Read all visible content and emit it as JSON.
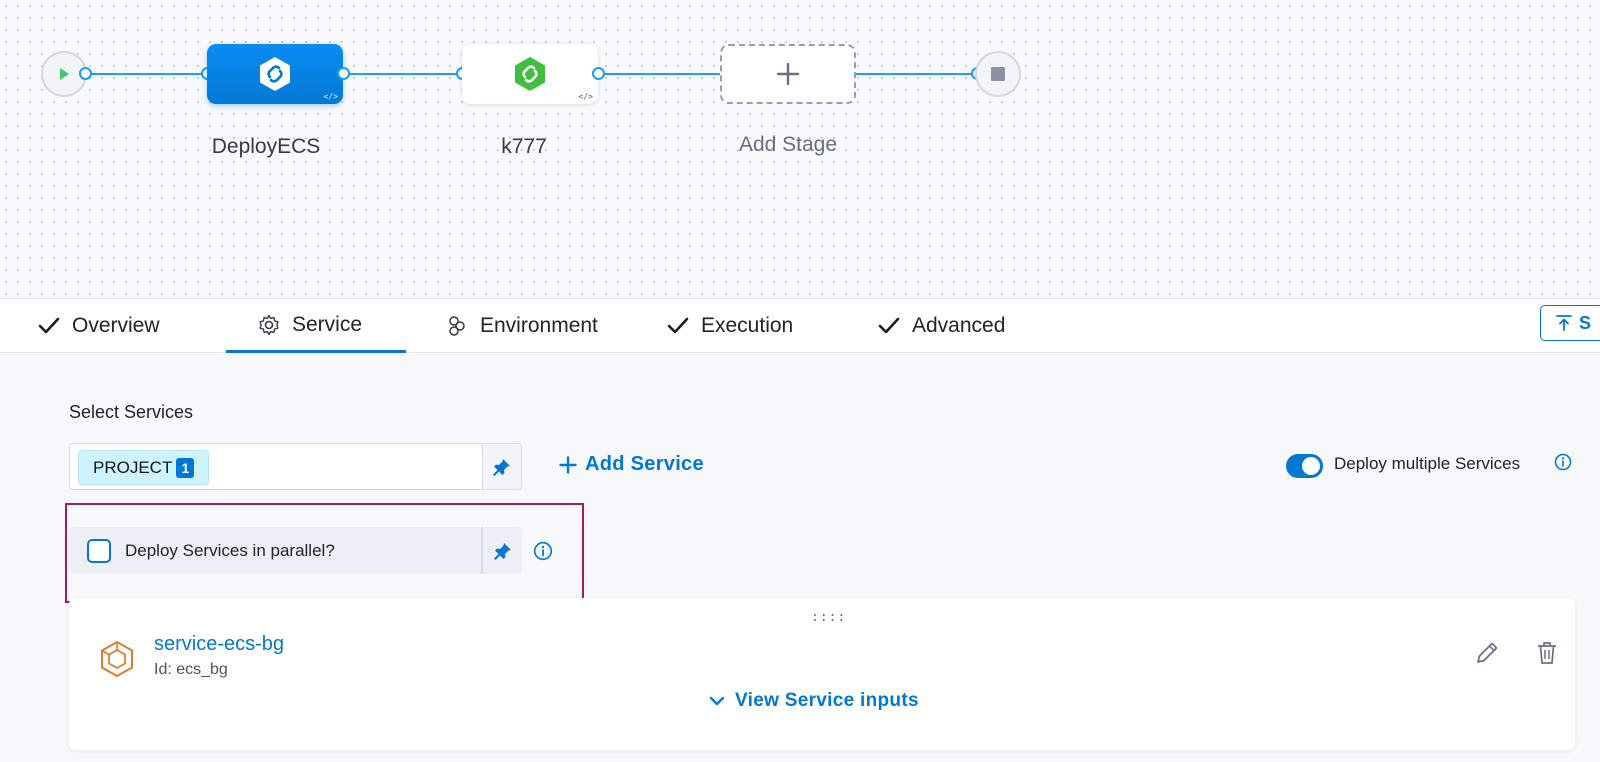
{
  "pipeline": {
    "stages": [
      {
        "name": "DeployECS",
        "state": "selected"
      },
      {
        "name": "k777",
        "state": "default"
      }
    ],
    "add_stage_label": "Add Stage",
    "start_icon": "play-icon",
    "end_icon": "stop-icon"
  },
  "tabs": [
    {
      "label": "Overview",
      "icon": "check-icon",
      "selected": false
    },
    {
      "label": "Service",
      "icon": "gear-icon",
      "selected": true
    },
    {
      "label": "Environment",
      "icon": "environment-icon",
      "selected": false
    },
    {
      "label": "Execution",
      "icon": "check-icon",
      "selected": false
    },
    {
      "label": "Advanced",
      "icon": "check-icon",
      "selected": false
    }
  ],
  "save_button": {
    "label": "S",
    "icon": "upload-icon"
  },
  "select_services": {
    "label": "Select Services",
    "chip_label": "PROJECT",
    "chip_count": "1",
    "add_service_label": "Add Service"
  },
  "deploy_multiple": {
    "label": "Deploy multiple Services",
    "enabled": true
  },
  "parallel": {
    "label": "Deploy Services in parallel?",
    "checked": false
  },
  "service_card": {
    "drag_handle": "::::",
    "name": "service-ecs-bg",
    "id_text": "Id: ecs_bg",
    "view_inputs_label": "View Service inputs"
  },
  "colors": {
    "accent": "#0278d5",
    "wire": "#1b9ef0",
    "highlight": "#a0205d",
    "ecs_orange": "#e37b28"
  }
}
